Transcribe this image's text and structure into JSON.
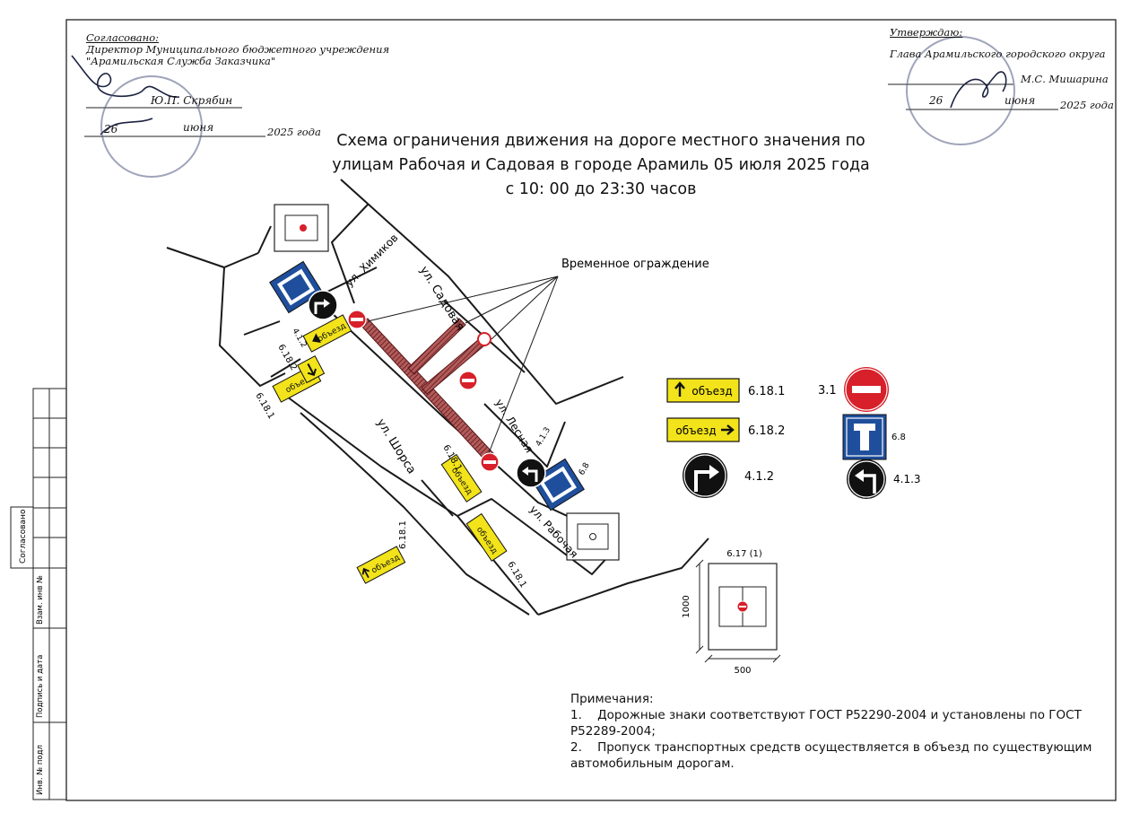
{
  "approval_left": {
    "heading": "Согласовано:",
    "line1": "Директор Муниципального бюджетного учреждения",
    "line2": "\"Арамильская Служба Заказчика\"",
    "signer": "Ю.П. Скрябин",
    "day": "26",
    "month": "июня",
    "year": "2025 года"
  },
  "approval_right": {
    "heading": "Утверждаю:",
    "line1": "Глава Арамильского городского округа",
    "signer": "М.С. Мишарина",
    "day": "26",
    "month": "июня",
    "year": "2025 года"
  },
  "title": {
    "line1": "Схема ограничения движения на дороге местного значения по",
    "line2": "улицам Рабочая и Садовая в городе Арамиль 05 июля 2025 года",
    "line3": "с 10: 00 до 23:30 часов"
  },
  "streets": {
    "sadovaya": "ул. Садовая",
    "khimikov": "ул. Химиков",
    "shorsa": "ул. Шорса",
    "lesnaya": "ул. Лесная",
    "rabochaya": "ул. Рабочая"
  },
  "map_labels": {
    "barrier": "Временное ограждение",
    "detour_word": "объезд",
    "sign_6_8": "6.8",
    "sign_4_1_2": "4.1.2",
    "sign_6_18_2": "6.18.2",
    "sign_6_18_1": "6.18.1",
    "sign_3_1": "3.1",
    "sign_4_1_3": "4.1.3"
  },
  "legend": {
    "items": [
      {
        "code": "6.18.1",
        "text": "объезд"
      },
      {
        "code": "6.18.2",
        "text": "объезд"
      },
      {
        "code": "4.1.2"
      },
      {
        "code": "3.1"
      },
      {
        "code": "6.8"
      },
      {
        "code": "4.1.3"
      }
    ]
  },
  "dimension": {
    "code": "6.17 (1)",
    "height": "1000",
    "width": "500"
  },
  "notes": {
    "heading": "Примечания:",
    "n1_num": "1.",
    "n1_line1": "Дорожные знаки соответствуют ГОСТ Р52290-2004 и установлены по ГОСТ",
    "n1_line2": "Р52289-2004;",
    "n2_num": "2.",
    "n2_line1": "Пропуск транспортных средств осуществляется в объезд по существующим",
    "n2_line2": "автомобильным дорогам."
  },
  "frame_labels": {
    "soglasovano": "Согласовано",
    "vzam": "Взам. инв №",
    "podpis": "Подпись и дата",
    "inv": "Инв. № подл"
  },
  "colors": {
    "sign_yellow": "#f2e31a",
    "sign_red": "#d7202a",
    "sign_blue": "#1f4f9c",
    "sign_black": "#111111",
    "barrier": "#8a2a2a",
    "stamp": "#5a6490"
  }
}
